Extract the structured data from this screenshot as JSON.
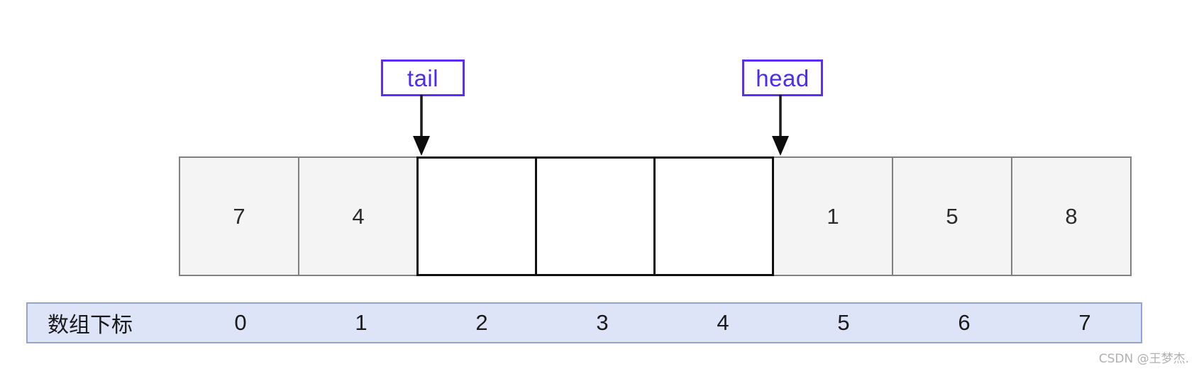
{
  "diagram": {
    "title": "circular-queue-array-diagram",
    "accent_color": "#4d2bf0",
    "index_bar_color": "#dee4f7",
    "filled_cell_color": "#f4f4f4",
    "empty_cell_color": "#ffffff"
  },
  "pointers": [
    {
      "name": "tail",
      "label": "tail",
      "target_index": 2
    },
    {
      "name": "head",
      "label": "head",
      "target_index": 5
    }
  ],
  "array": {
    "cells": [
      {
        "index": 0,
        "value": "7",
        "empty": false
      },
      {
        "index": 1,
        "value": "4",
        "empty": false
      },
      {
        "index": 2,
        "value": "",
        "empty": true
      },
      {
        "index": 3,
        "value": "",
        "empty": true
      },
      {
        "index": 4,
        "value": "",
        "empty": true
      },
      {
        "index": 5,
        "value": "1",
        "empty": false
      },
      {
        "index": 6,
        "value": "5",
        "empty": false
      },
      {
        "index": 7,
        "value": "8",
        "empty": false
      }
    ]
  },
  "index_bar": {
    "label": "数组下标",
    "indices": [
      "0",
      "1",
      "2",
      "3",
      "4",
      "5",
      "6",
      "7"
    ]
  },
  "watermark": {
    "text": "CSDN @王梦杰."
  }
}
